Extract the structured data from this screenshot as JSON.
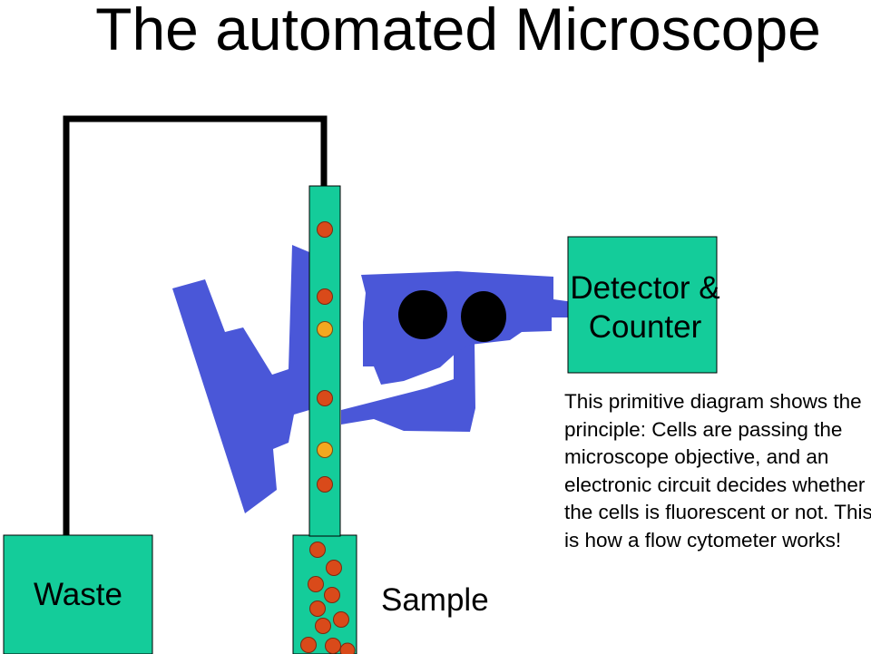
{
  "title": "The automated Microscope",
  "waste": {
    "label": "Waste"
  },
  "sample": {
    "label": "Sample"
  },
  "detector": {
    "label": "Detector & Counter"
  },
  "description": "This primitive diagram shows the principle: Cells are passing the microscope objective, and an electronic circuit decides whether the cells is fluorescent or not. This is how a flow cytometer works!",
  "colors": {
    "container_fill": "#14cc9a",
    "microscope": "#4a57d8",
    "cell_orange_red": "#d94a1a",
    "cell_yellow": "#f3a81f",
    "tubing": "#000000"
  },
  "cells_in_channel": [
    "orange-red",
    "orange-red",
    "yellow",
    "orange-red",
    "yellow",
    "orange-red"
  ],
  "cells_in_sample": [
    "orange-red",
    "orange-red",
    "orange-red",
    "orange-red",
    "orange-red",
    "orange-red",
    "orange-red",
    "orange-red",
    "orange-red",
    "orange-red"
  ]
}
